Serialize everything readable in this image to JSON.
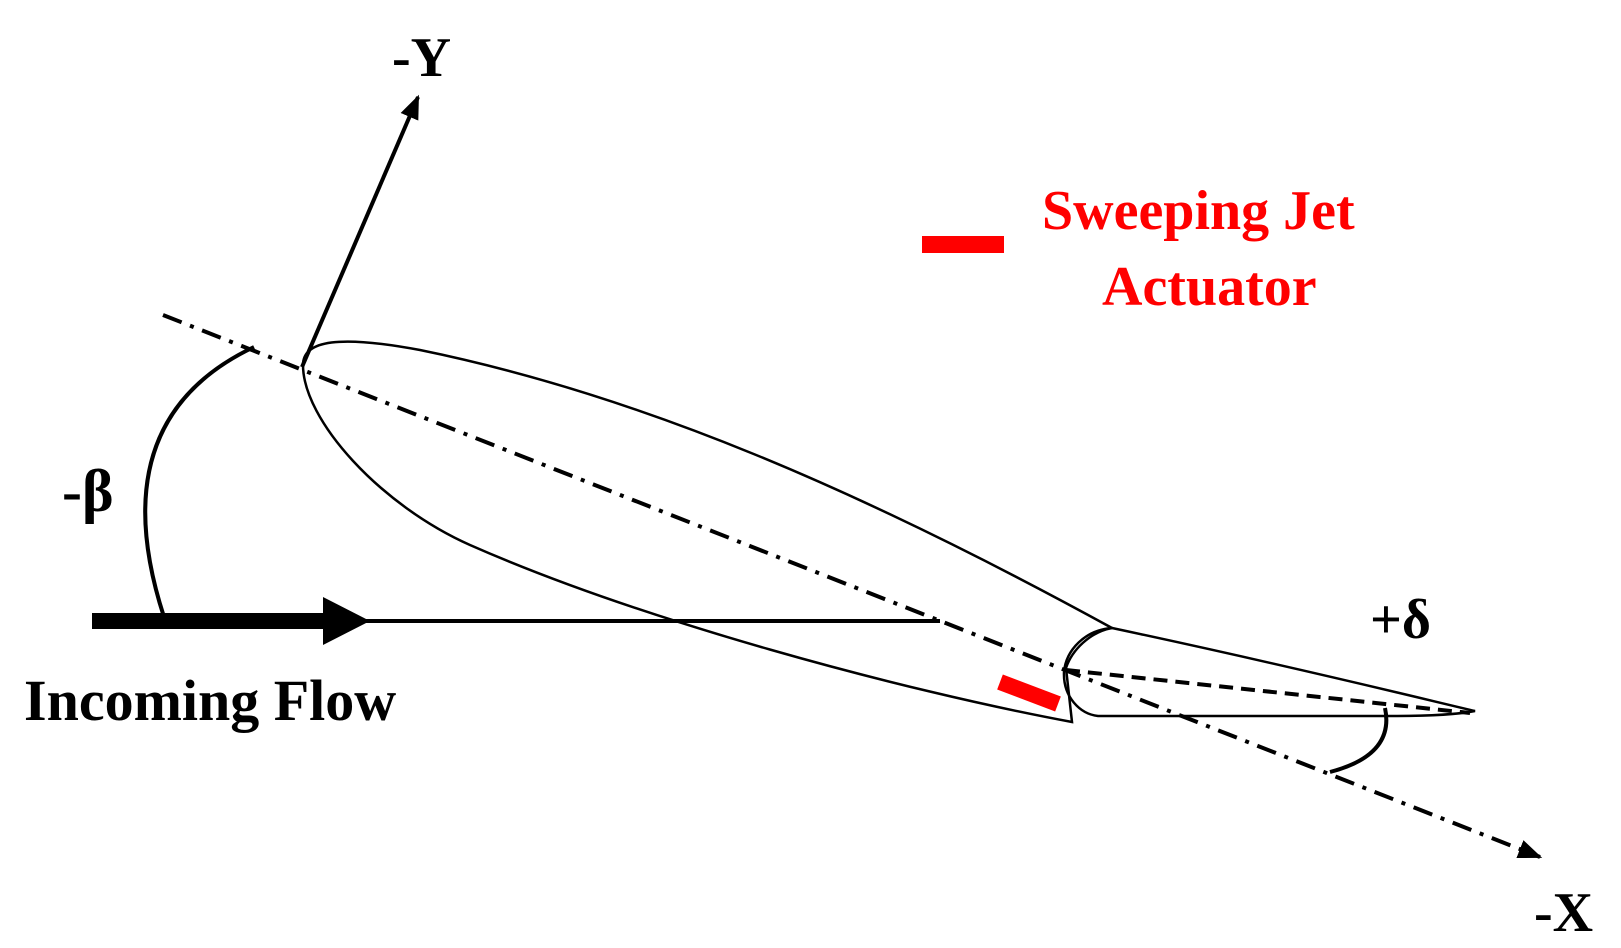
{
  "labels": {
    "y_axis": "-Y",
    "x_axis": "-X",
    "beta": "-β",
    "delta": "+δ",
    "flow": "Incoming Flow",
    "legend_line1": "Sweeping Jet",
    "legend_line2": "Actuator"
  },
  "colors": {
    "line": "#000000",
    "actuator": "#ff0000"
  }
}
